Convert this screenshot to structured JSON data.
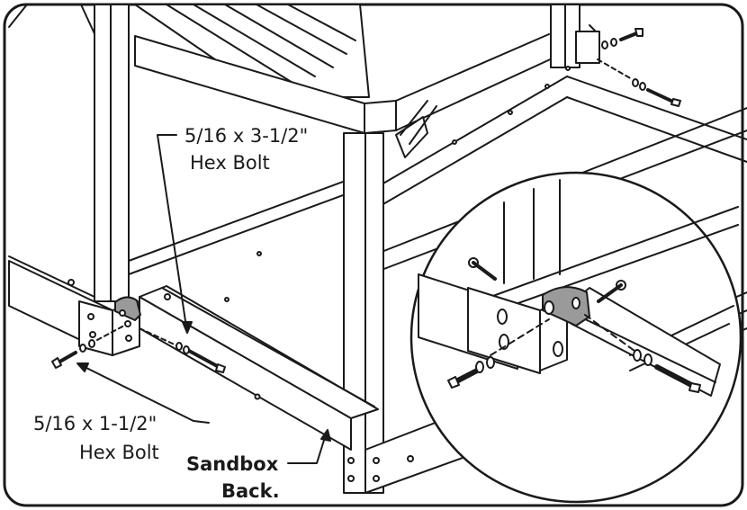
{
  "callouts": {
    "long_bolt_size": "5/16 x 3-1/2\"",
    "long_bolt_name": "Hex Bolt",
    "short_bolt_size": "5/16 x 1-1/2\"",
    "short_bolt_name": "Hex Bolt",
    "sandbox_line1": "Sandbox",
    "sandbox_line2": "Back."
  },
  "colors": {
    "ink": "#1a1a1a",
    "bracket": "#9a9a9a",
    "wood": "#ffffff"
  }
}
